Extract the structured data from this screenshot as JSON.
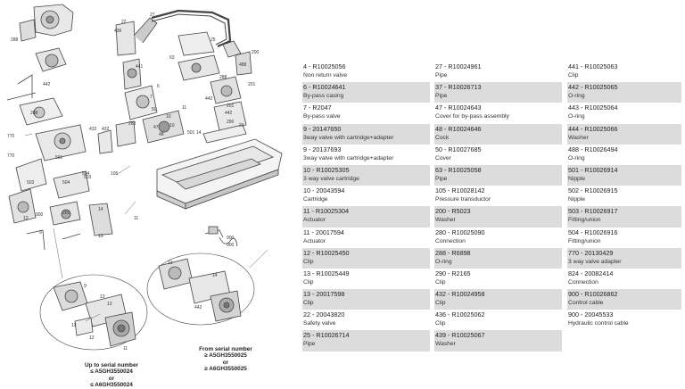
{
  "callouts": [
    "22",
    "436",
    "288",
    "441",
    "27",
    "200",
    "63",
    "770",
    "432",
    "12",
    "9",
    "11",
    "13",
    "900",
    "488",
    "504",
    "105",
    "442",
    "442",
    "288",
    "442",
    "290",
    "201",
    "13",
    "12",
    "900",
    "770",
    "9",
    "504",
    "501",
    "11",
    "13",
    "12",
    "13",
    "442",
    "14",
    "201",
    "201",
    "288",
    "6",
    "25",
    "7",
    "10",
    "501",
    "50",
    "432",
    "288",
    "10",
    "11",
    "48",
    "47",
    "14",
    "503",
    "900",
    "21",
    "503",
    "14"
  ],
  "captions": {
    "left": [
      "Up to serial number",
      "≤ A5GH3550024",
      "or",
      "≤ A6GH3550024"
    ],
    "right": [
      "From serial number",
      "≥ A5GH3550025",
      "or",
      "≥ A6GH3550025"
    ]
  },
  "parts": [
    [
      {
        "code": "4   - R10025056",
        "desc": "Non return valve"
      },
      {
        "code": "6   - R10024641",
        "desc": "By-pass casing"
      },
      {
        "code": "7   - R2047",
        "desc": "By-pass valve"
      },
      {
        "code": "9   - 20147650",
        "desc": "3way valve with cartridge+adapter"
      },
      {
        "code": "9   - 20137693",
        "desc": "3way valve with cartridge+adapter"
      },
      {
        "code": "10  - R10025305",
        "desc": "3 way valve cartridge"
      },
      {
        "code": "10  - 20043594",
        "desc": "Cartridge"
      },
      {
        "code": "11  - R10025304",
        "desc": "Actuator"
      },
      {
        "code": "11  - 20017594",
        "desc": "Actuator"
      },
      {
        "code": "12  - R10025450",
        "desc": "Clip"
      },
      {
        "code": "13  - R10025449",
        "desc": "Clip"
      },
      {
        "code": "13  - 20017598",
        "desc": "Clip"
      },
      {
        "code": "22  - 20043820",
        "desc": "Safety valve"
      },
      {
        "code": "25  - R10026714",
        "desc": "Pipe"
      }
    ],
    [
      {
        "code": "27  - R10024961",
        "desc": "Pipe"
      },
      {
        "code": "37  - R10026713",
        "desc": "Pipe"
      },
      {
        "code": "47  - R10024643",
        "desc": "Cover for by-pass assembly"
      },
      {
        "code": "48  - R10024646",
        "desc": "Cock"
      },
      {
        "code": "50  - R10027685",
        "desc": "Cover"
      },
      {
        "code": "63  - R10025058",
        "desc": "Pipe"
      },
      {
        "code": "105  - R10028142",
        "desc": "Pressure transductor"
      },
      {
        "code": "200  - R5023",
        "desc": "Washer"
      },
      {
        "code": "280  - R10025090",
        "desc": "Connection"
      },
      {
        "code": "288  - R6898",
        "desc": "O-ring"
      },
      {
        "code": "290  - R2165",
        "desc": "Clip"
      },
      {
        "code": "432  - R10024958",
        "desc": "Clip"
      },
      {
        "code": "436  - R10025062",
        "desc": "Clip"
      },
      {
        "code": "439  - R10025067",
        "desc": "Washer"
      }
    ],
    [
      {
        "code": "441  - R10025063",
        "desc": "Clip"
      },
      {
        "code": "442  - R10025065",
        "desc": "O-ring"
      },
      {
        "code": "443  - R10025064",
        "desc": "O-ring"
      },
      {
        "code": "444  - R10025066",
        "desc": "Washer"
      },
      {
        "code": "488  - R10026494",
        "desc": "O-ring"
      },
      {
        "code": "501  - R10026914",
        "desc": "Nipple"
      },
      {
        "code": "502  - R10026915",
        "desc": "Nipple"
      },
      {
        "code": "503  - R10026917",
        "desc": "Fitting/union"
      },
      {
        "code": "504  - R10026916",
        "desc": "Fitting/union"
      },
      {
        "code": "770  - 20130429",
        "desc": "3 way valve adapter"
      },
      {
        "code": "824  - 20082414",
        "desc": "Connection"
      },
      {
        "code": "900  - R10026862",
        "desc": "Control cable"
      },
      {
        "code": "900  - 20045533",
        "desc": "Hydraulic control cable"
      }
    ]
  ]
}
